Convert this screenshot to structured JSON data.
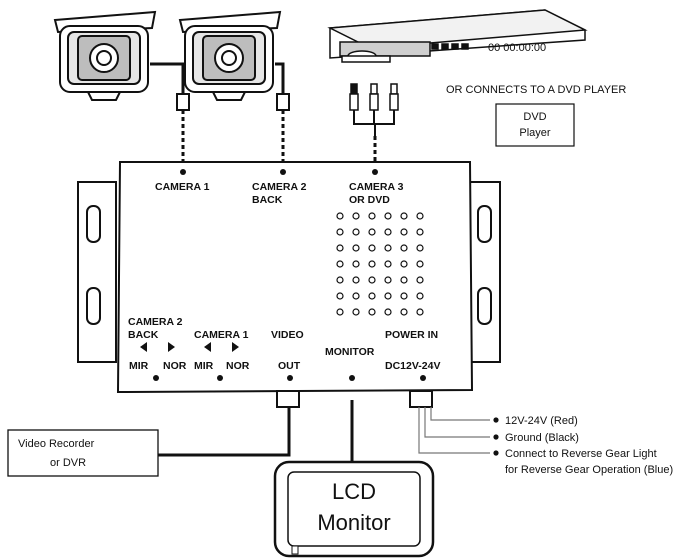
{
  "box_labels": {
    "camera1": "CAMERA 1",
    "camera2_l1": "CAMERA 2",
    "camera2_l2": "BACK",
    "camera3_l1": "CAMERA 3",
    "camera3_l2": "OR DVD",
    "sw2_l1": "CAMERA 2",
    "sw2_l2": "BACK",
    "sw1": "CAMERA 1",
    "mir1": "MIR",
    "nor1": "NOR",
    "mir2": "MIR",
    "nor2": "NOR",
    "video_out_l1": "VIDEO",
    "video_out_l2": "OUT",
    "monitor": "MONITOR",
    "power_l1": "POWER IN",
    "power_l2": "DC12V-24V"
  },
  "dvd": {
    "or_text": "OR CONNECTS TO A DVD PLAYER",
    "box_l1": "DVD",
    "box_l2": "Player",
    "display_text": "00 00:00:00"
  },
  "recorder": {
    "l1": "Video Recorder",
    "l2": "or  DVR"
  },
  "lcd": {
    "l1": "LCD",
    "l2": "Monitor"
  },
  "power_wires": {
    "red": "12V-24V (Red)",
    "black": "Ground (Black)",
    "blue_l1": "Connect to Reverse Gear Light",
    "blue_l2": "for Reverse Gear Operation (Blue)"
  }
}
